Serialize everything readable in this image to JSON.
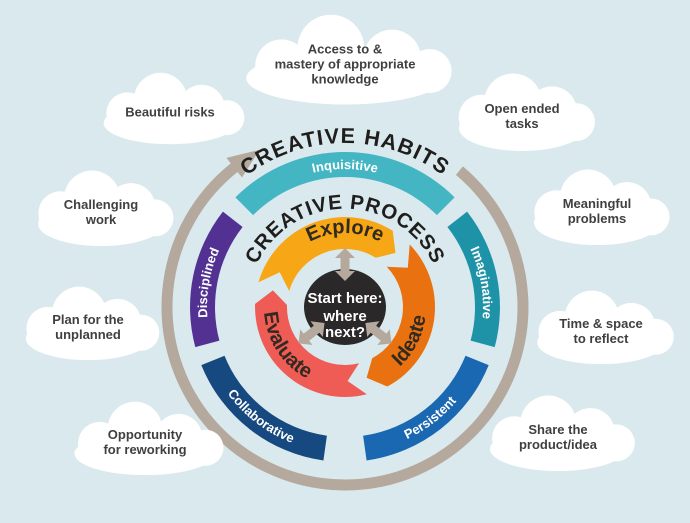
{
  "diagram": {
    "outer_title": "CREATIVE HABITS",
    "inner_title": "CREATIVE PROCESS",
    "center": {
      "lines": [
        "Start here:",
        "where",
        "next?"
      ]
    },
    "process_steps": [
      {
        "label": "Explore",
        "color": "#f7a716"
      },
      {
        "label": "Ideate",
        "color": "#e97110"
      },
      {
        "label": "Evaluate",
        "color": "#ef5b55"
      }
    ],
    "habit_traits": [
      {
        "label": "Inquisitive",
        "color": "#44b6c3"
      },
      {
        "label": "Imaginative",
        "color": "#1e93a8"
      },
      {
        "label": "Persistent",
        "color": "#1a67b2"
      },
      {
        "label": "Collaborative",
        "color": "#16497f"
      },
      {
        "label": "Disciplined",
        "color": "#523193"
      }
    ]
  },
  "cloud_notes": [
    {
      "lines": [
        "Access to &",
        "mastery of appropriate",
        "knowledge"
      ]
    },
    {
      "lines": [
        "Beautiful risks"
      ]
    },
    {
      "lines": [
        "Open ended",
        "tasks"
      ]
    },
    {
      "lines": [
        "Challenging",
        "work"
      ]
    },
    {
      "lines": [
        "Meaningful",
        "problems"
      ]
    },
    {
      "lines": [
        "Plan for the",
        "unplanned"
      ]
    },
    {
      "lines": [
        "Time & space",
        "to reflect"
      ]
    },
    {
      "lines": [
        "Opportunity",
        "for reworking"
      ]
    },
    {
      "lines": [
        "Share the",
        "product/idea"
      ]
    }
  ],
  "colors": {
    "background": "#d9e9ee",
    "cloud_fill": "#ffffff",
    "cloud_text": "#404040",
    "habit_arc": "#b5a99d",
    "connector_arrow": "#b5a99d",
    "title_text": "#1f1e1c",
    "center_circle": "#2a2828",
    "center_text": "#ffffff",
    "ring_label_text": "#ffffff",
    "step_label_text": "#302a20"
  }
}
